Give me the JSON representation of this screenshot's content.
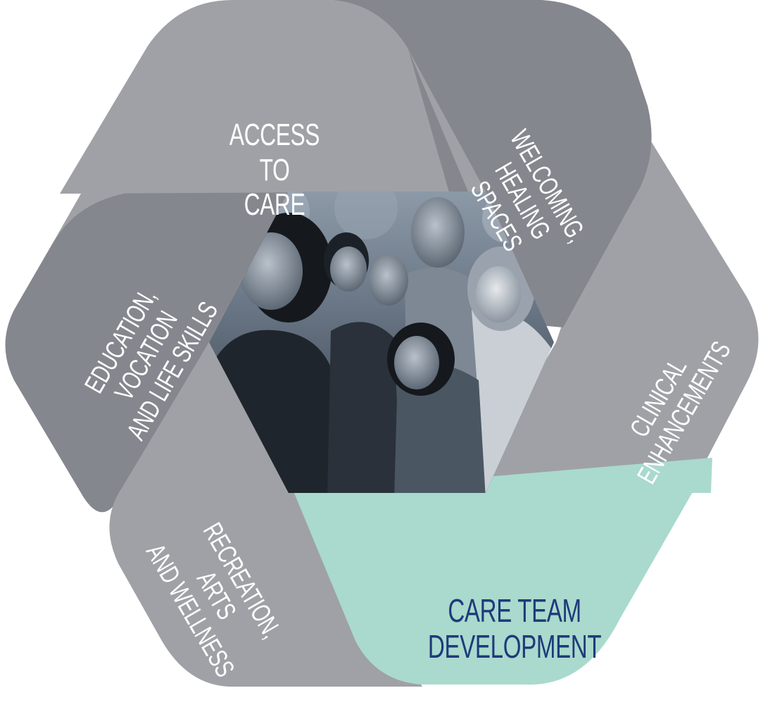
{
  "diagram": {
    "type": "hexagonal-pinwheel",
    "colors": {
      "light_gray": "#A0A1A6",
      "dark_gray": "#85878E",
      "mint": "#A9DACD",
      "navy": "#1F3A7A",
      "label_white": "#FFFFFF"
    },
    "center_image": {
      "description": "Black-and-white photo of a smiling multi-generational family of six posing together outdoors",
      "tint": "#5E6B7A"
    },
    "segments": [
      {
        "id": "access",
        "line1": "ACCESS TO",
        "line2": "CARE",
        "color": "light_gray",
        "highlight": false
      },
      {
        "id": "welcoming",
        "line1": "WELCOMING,",
        "line2": "HEALING SPACES",
        "color": "dark_gray",
        "highlight": false
      },
      {
        "id": "clinical",
        "line1": "CLINICAL",
        "line2": "ENHANCEMENTS",
        "color": "light_gray",
        "highlight": false
      },
      {
        "id": "care-team",
        "line1": "CARE TEAM",
        "line2": "DEVELOPMENT",
        "color": "mint",
        "highlight": true
      },
      {
        "id": "recreation",
        "line1": "RECREATION, ARTS",
        "line2": "AND WELLNESS",
        "color": "light_gray",
        "highlight": false
      },
      {
        "id": "education",
        "line1": "EDUCATION, VOCATION",
        "line2": "AND LIFE SKILLS",
        "color": "dark_gray",
        "highlight": false
      }
    ]
  }
}
